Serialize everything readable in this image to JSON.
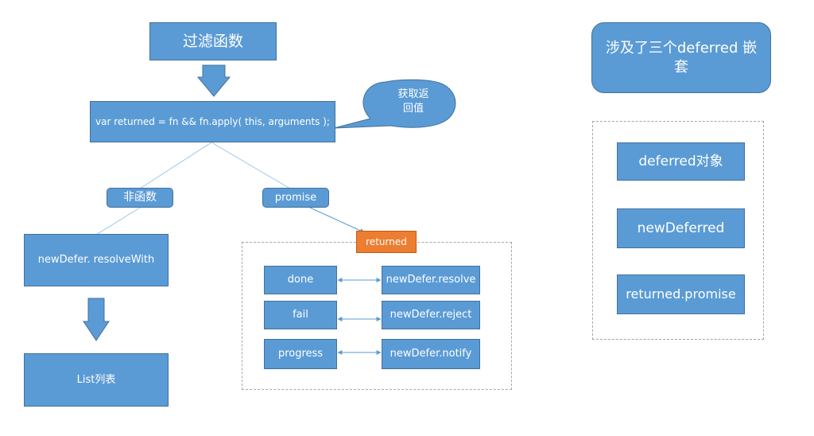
{
  "diagram": {
    "filter_title": "过滤函数",
    "code_line": "var returned = fn && fn.apply( this, arguments );",
    "callout": {
      "line1": "获取返",
      "line2": "回值"
    },
    "branch_non_function": "非函数",
    "branch_promise": "promise",
    "resolve_with": "newDefer. resolveWith",
    "list_box": "List列表",
    "returned_label": "returned",
    "left_methods": [
      "done",
      "fail",
      "progress"
    ],
    "right_methods": [
      "newDefer.resolve",
      "newDefer.reject",
      "newDefer.notify"
    ],
    "nested_title": "涉及了三个deferred 嵌套",
    "deferred_list": [
      "deferred对象",
      "newDeferred",
      "returned.promise"
    ]
  },
  "colors": {
    "box_fill": "#5b9bd5",
    "box_border": "#41719c",
    "orange_fill": "#ed7d31",
    "connector": "#5b9bd5",
    "dashed_border": "#a6a6a6"
  }
}
